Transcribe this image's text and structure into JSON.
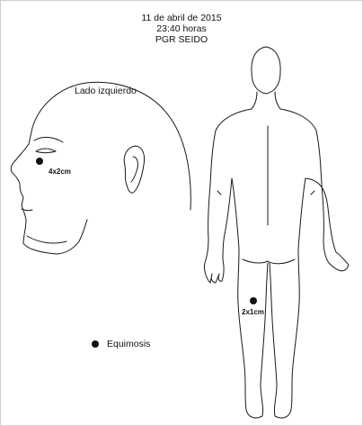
{
  "header": {
    "date": "11 de abril de 2015",
    "time": "23:40 horas",
    "agency": "PGR SEIDO"
  },
  "views": {
    "head_side_label": "Lado izquierdo"
  },
  "injuries": [
    {
      "size": "4x2cm",
      "location": "left cheek (head, left side view)"
    },
    {
      "size": "2x1cm",
      "location": "back of left thigh (posterior body view)"
    }
  ],
  "legend": {
    "label": "Equimosis",
    "marker": "filled-black-dot"
  },
  "colors": {
    "ink": "#111111",
    "frame": "#cfcfcf",
    "background": "#ffffff"
  }
}
